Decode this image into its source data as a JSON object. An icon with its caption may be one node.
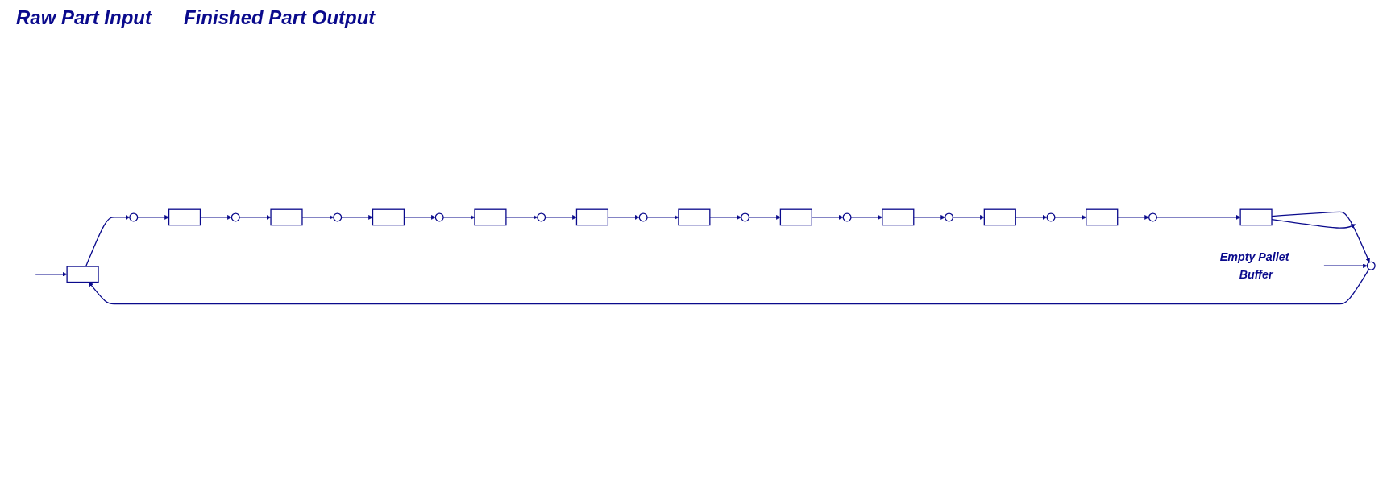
{
  "diagram": {
    "nodes": [
      {
        "text": [],
        "shape": "box"
      },
      {
        "text": [],
        "shape": "circle"
      },
      {
        "text": [],
        "shape": "box"
      },
      {
        "text": [],
        "shape": "circle"
      },
      {
        "text": [],
        "shape": "box"
      },
      {
        "text": [],
        "shape": "circle"
      },
      {
        "text": [],
        "shape": "box"
      },
      {
        "text": [],
        "shape": "circle"
      },
      {
        "text": [],
        "shape": "box"
      },
      {
        "text": [],
        "shape": "circle"
      },
      {
        "text": [],
        "shape": "box"
      },
      {
        "text": [],
        "shape": "circle"
      },
      {
        "text": [],
        "shape": "box"
      },
      {
        "text": [],
        "shape": "circle"
      },
      {
        "text": [],
        "shape": "box"
      },
      {
        "text": [],
        "shape": "circle"
      },
      {
        "text": [],
        "shape": "box"
      },
      {
        "text": [],
        "shape": "circle"
      },
      {
        "text": [],
        "shape": "box"
      },
      {
        "text": [],
        "shape": "circle"
      },
      {
        "text": [],
        "shape": "box"
      },
      {
        "text": [],
        "shape": "circle"
      },
      {
        "text": [],
        "shape": "box"
      },
      {
        "text": [],
        "shape": "circle"
      },
      {
        "text": [
          "Empty Pallet Buffer"
        ]
      }
    ],
    "edges": [
      {
        "from": null,
        "to": 0,
        "arrow": "to"
      },
      {
        "from": 0,
        "to": 1,
        "arrow": "to"
      },
      {
        "from": 1,
        "to": 2,
        "arrow": "to"
      },
      {
        "from": 2,
        "to": 3,
        "arrow": "to"
      },
      {
        "from": 3,
        "to": 4,
        "arrow": "to"
      },
      {
        "from": 4,
        "to": 5,
        "arrow": "to"
      },
      {
        "from": 5,
        "to": 6,
        "arrow": "to"
      },
      {
        "from": 6,
        "to": 7,
        "arrow": "to"
      },
      {
        "from": 7,
        "to": 8,
        "arrow": "to"
      },
      {
        "from": 8,
        "to": 9,
        "arrow": "to"
      },
      {
        "from": 9,
        "to": 10,
        "arrow": "to"
      },
      {
        "from": 10,
        "to": 11,
        "arrow": "to"
      },
      {
        "from": 11,
        "to": 12,
        "arrow": "to"
      },
      {
        "from": 12,
        "to": 13,
        "arrow": "to"
      },
      {
        "from": 13,
        "to": 14,
        "arrow": "to"
      },
      {
        "from": 14,
        "to": 15,
        "arrow": "to"
      },
      {
        "from": 15,
        "to": 16,
        "arrow": "to"
      },
      {
        "from": 16,
        "to": 17,
        "arrow": "to"
      },
      {
        "from": 17,
        "to": 18,
        "arrow": "to"
      },
      {
        "from": 18,
        "to": 19,
        "arrow": "to"
      },
      {
        "from": 19,
        "to": 20,
        "arrow": "to"
      },
      {
        "from": 20,
        "to": 21,
        "arrow": "to"
      },
      {
        "from": 21,
        "to": 22,
        "arrow": "to"
      },
      {
        "from": 22,
        "to": 23,
        "arrow": "to"
      },
      {
        "from": 23,
        "to": 0,
        "arrow": "to"
      },
      {
        "from": 22,
        "to": null,
        "arrow": "to"
      },
      {
        "from": 24,
        "to": 23,
        "arrow": "to"
      }
    ],
    "labels": [
      "Raw Part Input",
      "Finished Part Output"
    ]
  }
}
